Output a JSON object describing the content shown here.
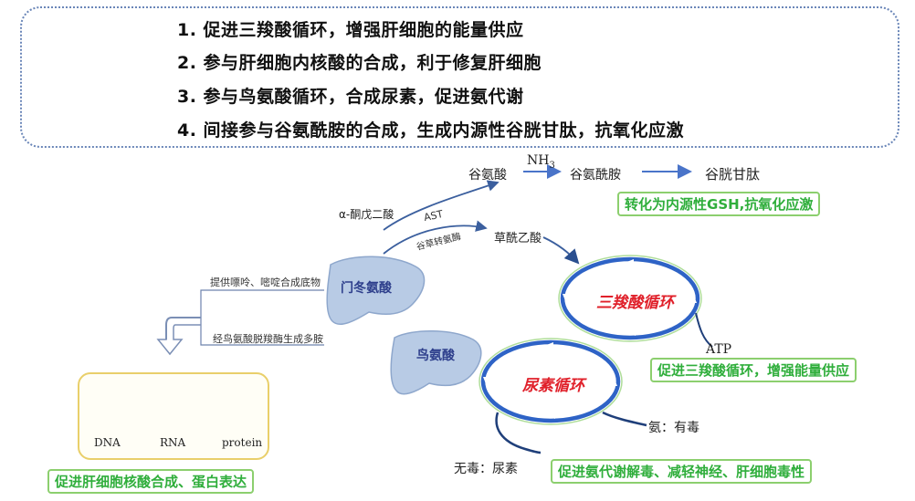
{
  "summary": {
    "items": [
      "1.  促进三羧酸循环，增强肝细胞的能量供应",
      "2.  参与肝细胞内核酸的合成，利于修复肝细胞",
      "3.  参与鸟氨酸循环，合成尿素，促进氨代谢",
      "4.  间接参与谷氨酰胺的合成，生成内源性谷胱甘肽，抗氧化应激"
    ]
  },
  "pathway": {
    "glutamate": "谷氨酸",
    "nh3_prefix": "NH",
    "nh3_sub": "3",
    "glutamine": "谷氨酰胺",
    "glutathione": "谷胱甘肽",
    "alpha_kg": "α-酮戊二酸",
    "ast": "AST",
    "ast_enzyme": "谷草转氨酶",
    "oxaloacetate": "草酰乙酸",
    "aspartate": "门冬氨酸",
    "ornithine": "鸟氨酸",
    "purine_label": "提供嘌呤、嘧啶合成底物",
    "ornithine_path_label": "经鸟氨酸脱羧酶生成多胺",
    "tca_cycle": "三羧酸循环",
    "urea_cycle": "尿素循环",
    "atp": "ATP",
    "ammonia": "氨：有毒",
    "urea": "无毒：尿素",
    "dna": "DNA",
    "rna": "RNA",
    "protein": "protein"
  },
  "labels": {
    "gsh": "转化为内源性GSH,抗氧化应激",
    "energy": "促进三羧酸循环，增强能量供应",
    "nucleic": "促进肝细胞核酸合成、蛋白表达",
    "ammonia_detox": "促进氨代谢解毒、减轻神经、肝细胞毒性"
  },
  "colors": {
    "accent_blue": "#2e63c6",
    "cycle_red": "#e0202a",
    "label_green": "#2fae3b",
    "label_border": "#8ccf6e",
    "liver_blue": "#a9bfdc"
  }
}
